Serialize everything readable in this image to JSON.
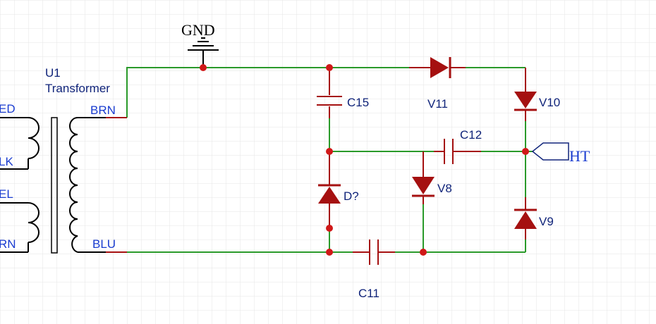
{
  "colors": {
    "grid": "#e6e6e6",
    "wire": "#2a9a2a",
    "component": "#a51010",
    "junction": "#d01818",
    "designator": "#10247a",
    "pin": "#1a3cd0",
    "symbol": "#000000"
  },
  "gnd": {
    "label": "GND"
  },
  "transformer": {
    "ref": "U1",
    "name": "Transformer",
    "pins_left": [
      "ED",
      "LK",
      "EL",
      "RN"
    ],
    "pin_right_top": "BRN",
    "pin_right_bottom": "BLU"
  },
  "components": {
    "c15": "C15",
    "c12": "C12",
    "c11": "C11",
    "v11": "V11",
    "v10": "V10",
    "v9": "V9",
    "v8": "V8",
    "d": "D?"
  },
  "port": {
    "label": "HT"
  }
}
